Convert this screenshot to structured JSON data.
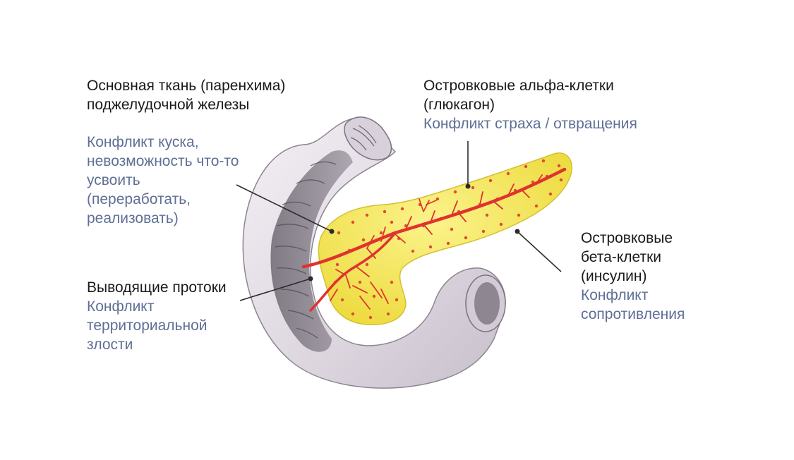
{
  "labels": {
    "parenchyma": {
      "title": [
        "Основная ткань (паренхима)",
        "поджелудочной железы"
      ],
      "conflict": [
        "Конфликт куска,",
        "невозможность что-то",
        "усвоить",
        "(переработать,",
        "реализовать)"
      ]
    },
    "ducts": {
      "title": [
        "Выводящие протоки"
      ],
      "conflict": [
        "Конфликт",
        "территориальной",
        "злости"
      ]
    },
    "alpha": {
      "title": [
        "Островковые альфа-клетки",
        "(глюкагон)"
      ],
      "conflict": [
        "Конфликт страха / отвращения"
      ]
    },
    "beta": {
      "title": [
        "Островковые",
        "бета-клетки",
        "(инсулин)"
      ],
      "conflict": [
        "Конфликт",
        "сопротивления"
      ]
    }
  },
  "colors": {
    "text_dark": "#1a1a1a",
    "text_conflict": "#5f6f95",
    "gland_fill": "#f4e84e",
    "vessels": "#e0322e",
    "duodenum": "#e6e1e8"
  }
}
